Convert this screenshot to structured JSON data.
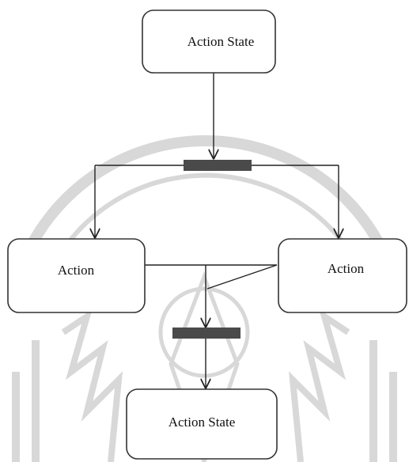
{
  "diagram": {
    "nodes": [
      {
        "id": "top",
        "label": "Action State"
      },
      {
        "id": "left",
        "label": "Action"
      },
      {
        "id": "right",
        "label": "Action"
      },
      {
        "id": "bottom",
        "label": "Action State"
      }
    ],
    "fork_bar_color": "#4a4a4a",
    "join_bar_color": "#4a4a4a",
    "line_color": "#222222",
    "node_border_color": "#333333",
    "watermark_color": "#d4d4d4"
  }
}
